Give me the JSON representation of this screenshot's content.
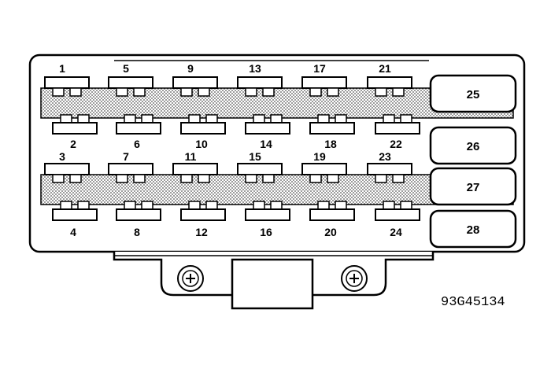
{
  "diagram": {
    "figure_id": "93G45134",
    "colors": {
      "line": "#000000",
      "background": "#ffffff",
      "bus": "#bdbdbd"
    },
    "small_fuses": [
      {
        "label": "1"
      },
      {
        "label": "2"
      },
      {
        "label": "3"
      },
      {
        "label": "4"
      },
      {
        "label": "5"
      },
      {
        "label": "6"
      },
      {
        "label": "7"
      },
      {
        "label": "8"
      },
      {
        "label": "9"
      },
      {
        "label": "10"
      },
      {
        "label": "11"
      },
      {
        "label": "12"
      },
      {
        "label": "13"
      },
      {
        "label": "14"
      },
      {
        "label": "15"
      },
      {
        "label": "16"
      },
      {
        "label": "17"
      },
      {
        "label": "18"
      },
      {
        "label": "19"
      },
      {
        "label": "20"
      },
      {
        "label": "21"
      },
      {
        "label": "22"
      },
      {
        "label": "23"
      },
      {
        "label": "24"
      }
    ],
    "large_fuses": [
      {
        "label": "25"
      },
      {
        "label": "26"
      },
      {
        "label": "27"
      },
      {
        "label": "28"
      }
    ],
    "mounting_screws": [
      {
        "icon": "screw-icon"
      },
      {
        "icon": "screw-icon"
      }
    ]
  }
}
